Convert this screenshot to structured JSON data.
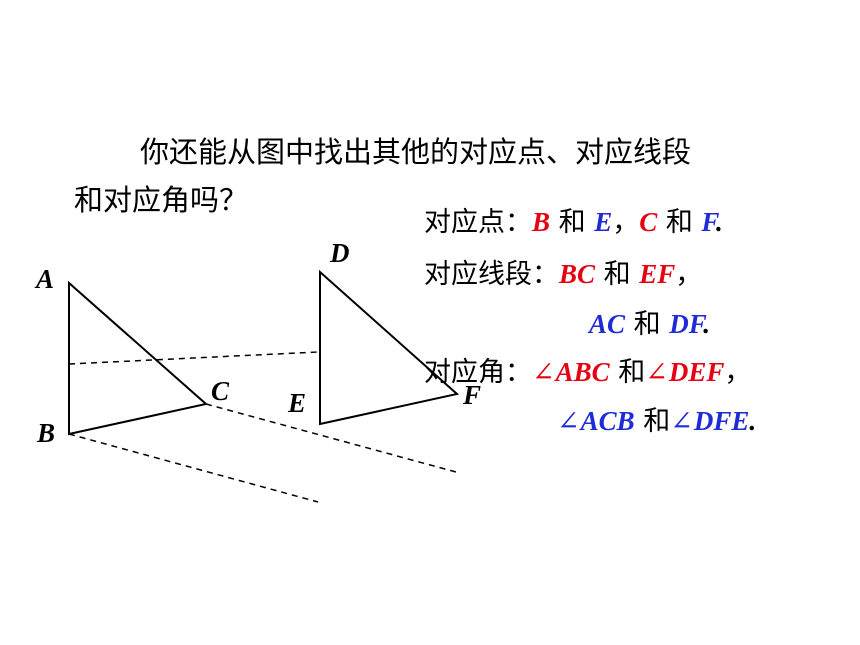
{
  "question": {
    "line1": "你还能从图中找出其他的对应点、对应线段",
    "line2": "和对应角吗？"
  },
  "figure": {
    "vertices": {
      "A": "A",
      "B": "B",
      "C": "C",
      "D": "D",
      "E": "E",
      "F": "F"
    }
  },
  "answers": {
    "points": {
      "label": "对应点：",
      "pair1_a": "B",
      "and1": "和",
      "pair1_b": "E",
      "sep": "，",
      "pair2_a": "C",
      "and2": "和",
      "pair2_b": "F",
      "end": "."
    },
    "segments": {
      "label": "对应线段：",
      "pair1_a": "BC",
      "and1": "和",
      "pair1_b": "EF",
      "sep": "，",
      "pair2_a": "AC",
      "and2": "和",
      "pair2_b": "DF",
      "end": "."
    },
    "angles": {
      "label": "对应角：",
      "angle_symbol": "∠",
      "pair1_a": "ABC",
      "and1": "和",
      "pair1_b": "DEF",
      "sep": "，",
      "pair2_a": "ACB",
      "and2": "和",
      "pair2_b": "DFE",
      "end": "."
    }
  },
  "colors": {
    "red": "#e60012",
    "blue": "#1f2bd6",
    "black": "#000000"
  }
}
